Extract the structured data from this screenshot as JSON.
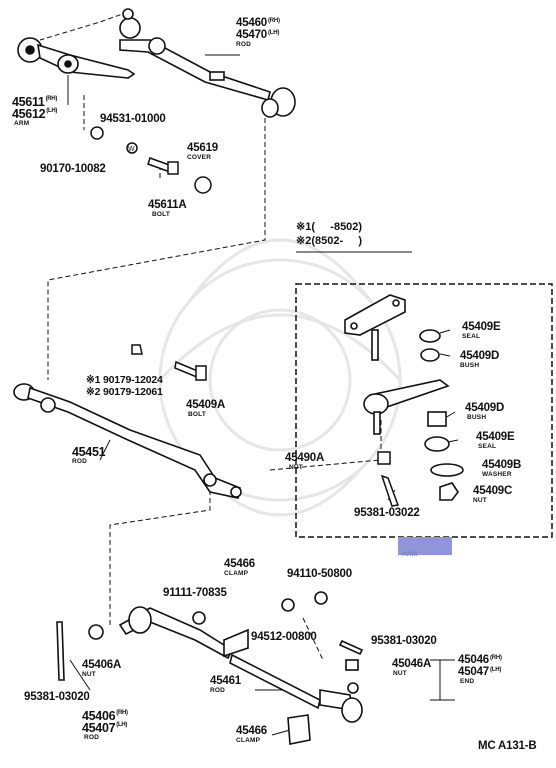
{
  "parts": {
    "p45460": {
      "number": "45460",
      "note": "(RH)"
    },
    "p45470": {
      "number": "45470",
      "note": "(LH)",
      "desc": "ROD"
    },
    "p45611": {
      "number": "45611",
      "note": "(RH)"
    },
    "p45612": {
      "number": "45612",
      "note": "(LH)",
      "desc": "ARM"
    },
    "p94531": {
      "number": "94531-01000"
    },
    "p90170": {
      "number": "90170-10082"
    },
    "p45619": {
      "number": "45619",
      "desc": "COVER"
    },
    "p45611A": {
      "number": "45611A",
      "desc": "BOLT"
    },
    "p45409E_top": {
      "number": "45409E",
      "desc": "SEAL"
    },
    "p45409D_top": {
      "number": "45409D",
      "desc": "BUSH"
    },
    "p45409D_bot": {
      "number": "45409D",
      "desc": "BUSH"
    },
    "p45409E_bot": {
      "number": "45409E",
      "desc": "SEAL"
    },
    "p45409B": {
      "number": "45409B",
      "desc": "WASHER"
    },
    "p45409C": {
      "number": "45409C",
      "desc": "NUT"
    },
    "p95381_03022": {
      "number": "95381-03022"
    },
    "p45490A": {
      "number": "45490A",
      "desc": "NUT"
    },
    "p90179_12024": {
      "mark": "※1",
      "number": "90179-12024"
    },
    "p90179_12061": {
      "mark": "※2",
      "number": "90179-12061"
    },
    "p45409A": {
      "number": "45409A",
      "desc": "BOLT"
    },
    "p45451": {
      "number": "45451",
      "desc": "ROD"
    },
    "p45466_top": {
      "number": "45466",
      "desc": "CLAMP"
    },
    "p91111": {
      "number": "91111-70835"
    },
    "p94110": {
      "number": "94110-50800"
    },
    "p94512": {
      "number": "94512-00800"
    },
    "p95381_03020_r": {
      "number": "95381-03020"
    },
    "p45046A": {
      "number": "45046A",
      "desc": "NUT"
    },
    "p45046": {
      "number": "45046",
      "note": "(RH)"
    },
    "p45047": {
      "number": "45047",
      "note": "(LH)",
      "desc": "END"
    },
    "p45406A": {
      "number": "45406A",
      "desc": "NUT"
    },
    "p45461": {
      "number": "45461",
      "desc": "ROD"
    },
    "p95381_03020_l": {
      "number": "95381-03020"
    },
    "p45406": {
      "number": "45406",
      "note": "(RH)"
    },
    "p45407": {
      "number": "45407",
      "note": "(LH)",
      "desc": "ROD"
    },
    "p45466_bot": {
      "number": "45466",
      "desc": "CLAMP"
    }
  },
  "legend": {
    "row1": {
      "mark": "※1",
      "range": "(     -8502)"
    },
    "row2": {
      "mark": "※2",
      "range": "(8502-     )"
    }
  },
  "inset_caption": "ARM",
  "footer": "MC  A131-B",
  "colors": {
    "line": "#111111",
    "highlight": "#8f95d8",
    "watermark": "#e6e6e6"
  }
}
